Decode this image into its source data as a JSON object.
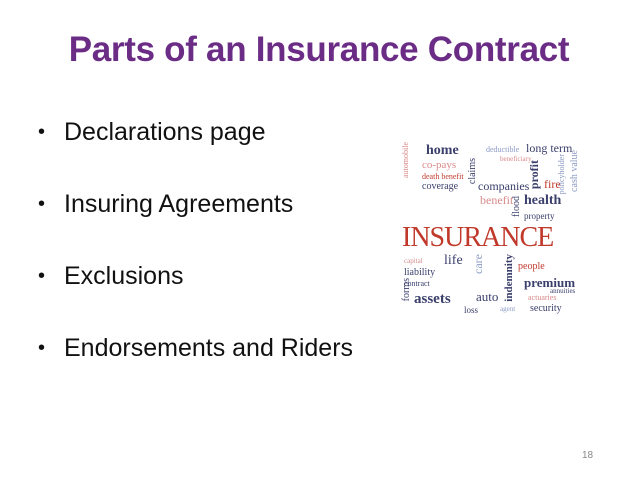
{
  "slide": {
    "title": "Parts of an Insurance Contract",
    "bullet_glyph": "•",
    "bullets": [
      {
        "label": "Declarations page"
      },
      {
        "label": "Insuring Agreements"
      },
      {
        "label": "Exclusions"
      },
      {
        "label": "Endorsements and Riders"
      }
    ],
    "page_number": "18"
  },
  "word_cloud": {
    "words": [
      "home",
      "automobile",
      "deductible",
      "long term",
      "beneficiary",
      "co-pays",
      "death benefit",
      "claims",
      "profit",
      "fire",
      "coverage",
      "companies",
      "health",
      "cash value",
      "benefit",
      "property",
      "INSURANCE",
      "life",
      "capital",
      "care",
      "people",
      "liability",
      "contract",
      "indemnity",
      "premium",
      "assets",
      "auto",
      "actuaries",
      "security",
      "forms",
      "loss",
      "agent",
      "annuities",
      "policyholder",
      "flood"
    ]
  },
  "colors": {
    "title": "#6b2c85",
    "text": "#111111",
    "cloud_navy": "#3a3f6b",
    "cloud_red": "#c0392b",
    "cloud_pink": "#d98a8a",
    "page_number": "#888888"
  }
}
